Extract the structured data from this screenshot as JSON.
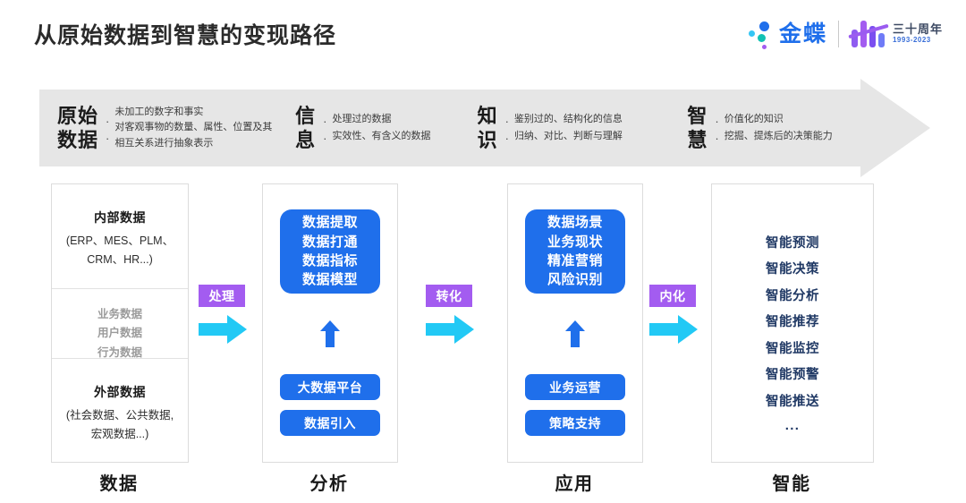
{
  "header": {
    "title": "从原始数据到智慧的变现路径",
    "logo_text": "金蝶",
    "anniversary_text": "三十周年",
    "anniversary_years": "1993-2023"
  },
  "band": {
    "stages": [
      {
        "key": "原始\n数据",
        "key_line1": "原始",
        "key_line2": "数据",
        "bullets": [
          "未加工的数字和事实",
          "对客观事物的数量、属性、位置及其相互关系进行抽象表示"
        ]
      },
      {
        "key_line1": "信",
        "key_line2": "息",
        "bullets": [
          "处理过的数据",
          "实效性、有含义的数据"
        ]
      },
      {
        "key_line1": "知",
        "key_line2": "识",
        "bullets": [
          "鉴别过的、结构化的信息",
          "归纳、对比、判断与理解"
        ]
      },
      {
        "key_line1": "智",
        "key_line2": "慧",
        "bullets": [
          "价值化的知识",
          "挖掘、提炼后的决策能力"
        ]
      }
    ]
  },
  "columns": {
    "data": {
      "bottom_label": "数据",
      "internal_title": "内部数据",
      "internal_sub_line1": "(ERP、MES、PLM、",
      "internal_sub_line2": "CRM、HR...)",
      "middle": [
        "业务数据",
        "用户数据",
        "行为数据"
      ],
      "external_title": "外部数据",
      "external_sub_line1": "(社会数据、公共数据,",
      "external_sub_line2": "宏观数据...)"
    },
    "analysis": {
      "bottom_label": "分析",
      "box_items": [
        "数据提取",
        "数据打通",
        "数据指标",
        "数据模型"
      ],
      "pill_a": "大数据平台",
      "pill_b": "数据引入"
    },
    "application": {
      "bottom_label": "应用",
      "box_items": [
        "数据场景",
        "业务现状",
        "精准营销",
        "风险识别"
      ],
      "pill_a": "业务运营",
      "pill_b": "策略支持"
    },
    "intelligence": {
      "bottom_label": "智能",
      "items": [
        "智能预测",
        "智能决策",
        "智能分析",
        "智能推荐",
        "智能监控",
        "智能预警",
        "智能推送"
      ],
      "ellipsis": "···"
    }
  },
  "connectors": [
    {
      "label": "处理"
    },
    {
      "label": "转化"
    },
    {
      "label": "内化"
    }
  ],
  "colors": {
    "brand_blue": "#1f6feb",
    "arrow_cyan": "#22c9f5",
    "label_purple": "#a35cf0",
    "band_gray": "#e6e6e6",
    "navy": "#1f3864"
  }
}
